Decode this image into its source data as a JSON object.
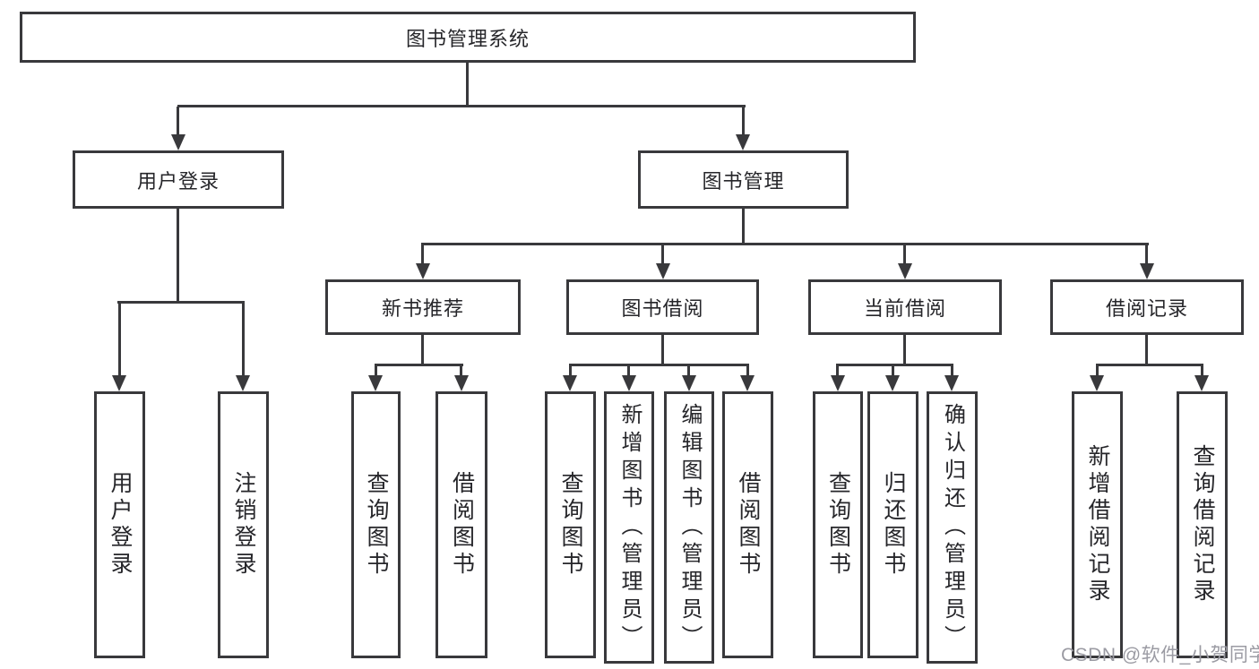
{
  "nodes": {
    "root": "图书管理系统",
    "l2_user_login": "用户登录",
    "l2_book_mgmt": "图书管理",
    "l3_new_book_rec": "新书推荐",
    "l3_book_borrow": "图书借阅",
    "l3_current_borrow": "当前借阅",
    "l3_borrow_records": "借阅记录",
    "leaf_user_login": "用户登录",
    "leaf_logout": "注销登录",
    "leaf_nbr_query": "查询图书",
    "leaf_nbr_borrow": "借阅图书",
    "leaf_bb_query": "查询图书",
    "leaf_bb_add": "新增图书（管理员）",
    "leaf_bb_edit": "编辑图书（管理员）",
    "leaf_bb_borrow": "借阅图书",
    "leaf_cb_query": "查询图书",
    "leaf_cb_return": "归还图书",
    "leaf_cb_confirm": "确认归还（管理员）",
    "leaf_br_add": "新增借阅记录",
    "leaf_br_query": "查询借阅记录"
  },
  "structure": {
    "图书管理系统": [
      "用户登录",
      "图书管理"
    ],
    "用户登录": [
      "用户登录",
      "注销登录"
    ],
    "图书管理": [
      "新书推荐",
      "图书借阅",
      "当前借阅",
      "借阅记录"
    ],
    "新书推荐": [
      "查询图书",
      "借阅图书"
    ],
    "图书借阅": [
      "查询图书",
      "新增图书（管理员）",
      "编辑图书（管理员）",
      "借阅图书"
    ],
    "当前借阅": [
      "查询图书",
      "归还图书",
      "确认归还（管理员）"
    ],
    "借阅记录": [
      "新增借阅记录",
      "查询借阅记录"
    ]
  },
  "watermark": "CSDN @软件_小贺同学",
  "colors": {
    "line": "#39393c",
    "text": "#26262a",
    "watermark": "#9b9ba3",
    "background": "#ffffff"
  }
}
